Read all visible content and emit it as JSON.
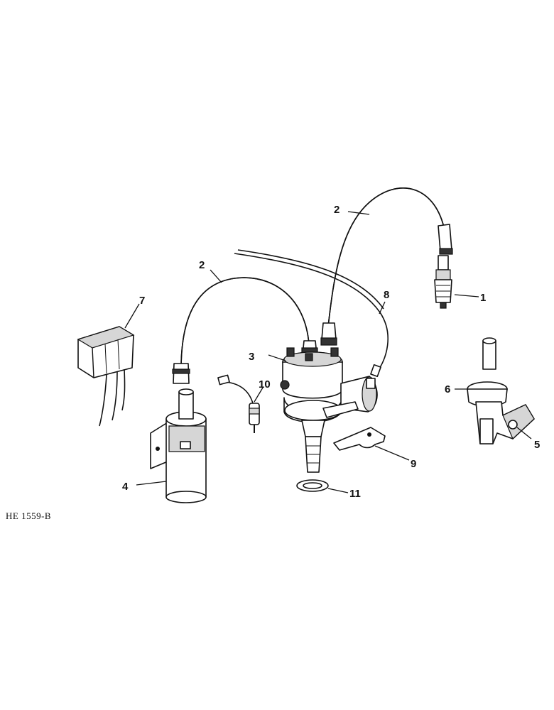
{
  "labels": {
    "l1": "1",
    "l2a": "2",
    "l2b": "2",
    "l3": "3",
    "l4": "4",
    "l5": "5",
    "l6": "6",
    "l7": "7",
    "l8": "8",
    "l9": "9",
    "l10": "10",
    "l11": "11"
  },
  "reference": "HE 1559-B"
}
